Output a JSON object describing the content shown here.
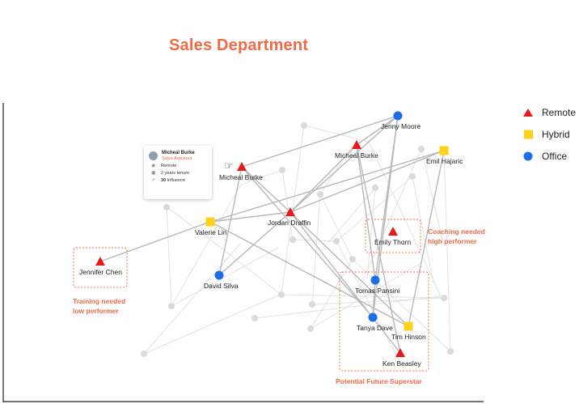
{
  "page": {
    "title": "Sales Department"
  },
  "legend": [
    {
      "label": "Remote",
      "shape": "triangle",
      "color": "#e8191b"
    },
    {
      "label": "Hybrid",
      "shape": "square",
      "color": "#ffd21a"
    },
    {
      "label": "Office",
      "shape": "circle",
      "color": "#1a6fe8"
    }
  ],
  "tooltip": {
    "name": "Micheal Burke",
    "role": "Sales Assistant",
    "location": "Remote",
    "tenure": "2 years tenure",
    "influence_value": "30",
    "influence_label": "Influence",
    "icons": [
      "pin-icon",
      "briefcase-icon",
      "trend-icon"
    ]
  },
  "annotations": {
    "coaching": [
      "Coaching needed",
      "high performer"
    ],
    "training": [
      "Training needed",
      "low performer"
    ],
    "superstar": "Potential Future Superstar"
  },
  "colors": {
    "accent": "#f06a45",
    "remote": "#e8191b",
    "hybrid": "#ffd21a",
    "office": "#1a6fe8",
    "edge_strong": "#b8b8b8",
    "edge_faint": "#e2e2e2",
    "node_faint": "#dadada"
  },
  "people": [
    {
      "id": "jenny",
      "name": "Jenny Moore",
      "type": "Office"
    },
    {
      "id": "emil",
      "name": "Emil Hajaric",
      "type": "Hybrid"
    },
    {
      "id": "mburke2",
      "name": "Micheal Burke",
      "type": "Remote"
    },
    {
      "id": "mburke1",
      "name": "Micheal Burke",
      "type": "Remote"
    },
    {
      "id": "jordan",
      "name": "Jordan Draffin",
      "type": "Remote"
    },
    {
      "id": "valerie",
      "name": "Valerie Lin",
      "type": "Hybrid"
    },
    {
      "id": "emily",
      "name": "Emily Thorn",
      "type": "Remote"
    },
    {
      "id": "jennifer",
      "name": "Jennifer Chen",
      "type": "Remote"
    },
    {
      "id": "david",
      "name": "David Silva",
      "type": "Office"
    },
    {
      "id": "tomas",
      "name": "Tomas Pansini",
      "type": "Office"
    },
    {
      "id": "tanya",
      "name": "Tanya Dave",
      "type": "Office"
    },
    {
      "id": "tim",
      "name": "Tim Hinson",
      "type": "Hybrid"
    },
    {
      "id": "ken",
      "name": "Ken Beasley",
      "type": "Remote"
    }
  ],
  "connections": [
    [
      "jenny",
      "mburke2"
    ],
    [
      "jenny",
      "jordan"
    ],
    [
      "jenny",
      "tomas"
    ],
    [
      "jenny",
      "tanya"
    ],
    [
      "jenny",
      "mburke1"
    ],
    [
      "mburke2",
      "jordan"
    ],
    [
      "mburke2",
      "tomas"
    ],
    [
      "mburke2",
      "ken"
    ],
    [
      "mburke1",
      "jordan"
    ],
    [
      "mburke1",
      "david"
    ],
    [
      "mburke1",
      "tanya"
    ],
    [
      "jordan",
      "valerie"
    ],
    [
      "jordan",
      "david"
    ],
    [
      "jordan",
      "ken"
    ],
    [
      "jordan",
      "tim"
    ],
    [
      "jordan",
      "emil"
    ],
    [
      "valerie",
      "jennifer"
    ],
    [
      "valerie",
      "emil"
    ],
    [
      "valerie",
      "tim"
    ],
    [
      "emil",
      "tim"
    ],
    [
      "tomas",
      "tanya"
    ]
  ]
}
